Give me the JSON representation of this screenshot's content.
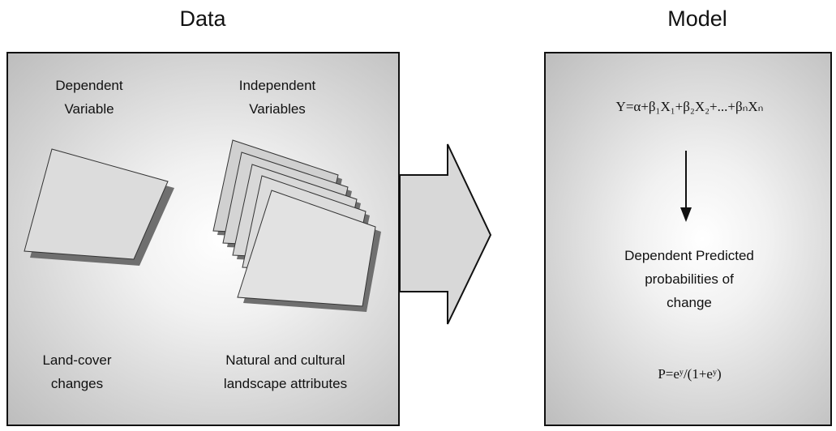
{
  "headings": {
    "data": "Data",
    "model": "Model"
  },
  "data_panel": {
    "dependent_label": [
      "Dependent",
      "Variable"
    ],
    "independent_label": [
      "Independent",
      "Variables"
    ],
    "bottom_left_label": [
      "Land-cover",
      "changes"
    ],
    "bottom_right_label": [
      "Natural and cultural",
      "landscape attributes"
    ]
  },
  "model_panel": {
    "regression_equation": "Y=α+β₁X₁+β₂X₂+...+βₙXₙ",
    "output_label": [
      "Dependent Predicted",
      "probabilities of",
      "change"
    ],
    "probability_equation": "P=eʸ/(1+eʸ)"
  }
}
